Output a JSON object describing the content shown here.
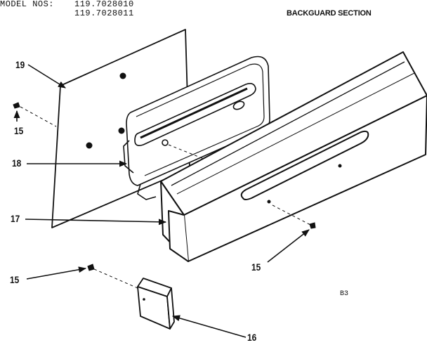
{
  "header": {
    "model_label": "MODEL NOS:",
    "model_numbers": [
      "119.7028010",
      "119.7028011"
    ],
    "section_title": "BACKGUARD SECTION"
  },
  "callouts": {
    "backplate": "19",
    "screw_left": "15",
    "harness": "18",
    "backguard": "17",
    "screw_right": "15",
    "screw_bottom": "15",
    "bracket": "16"
  },
  "page_code": "B3",
  "colors": {
    "ink": "#111111",
    "paper": "#ffffff"
  }
}
